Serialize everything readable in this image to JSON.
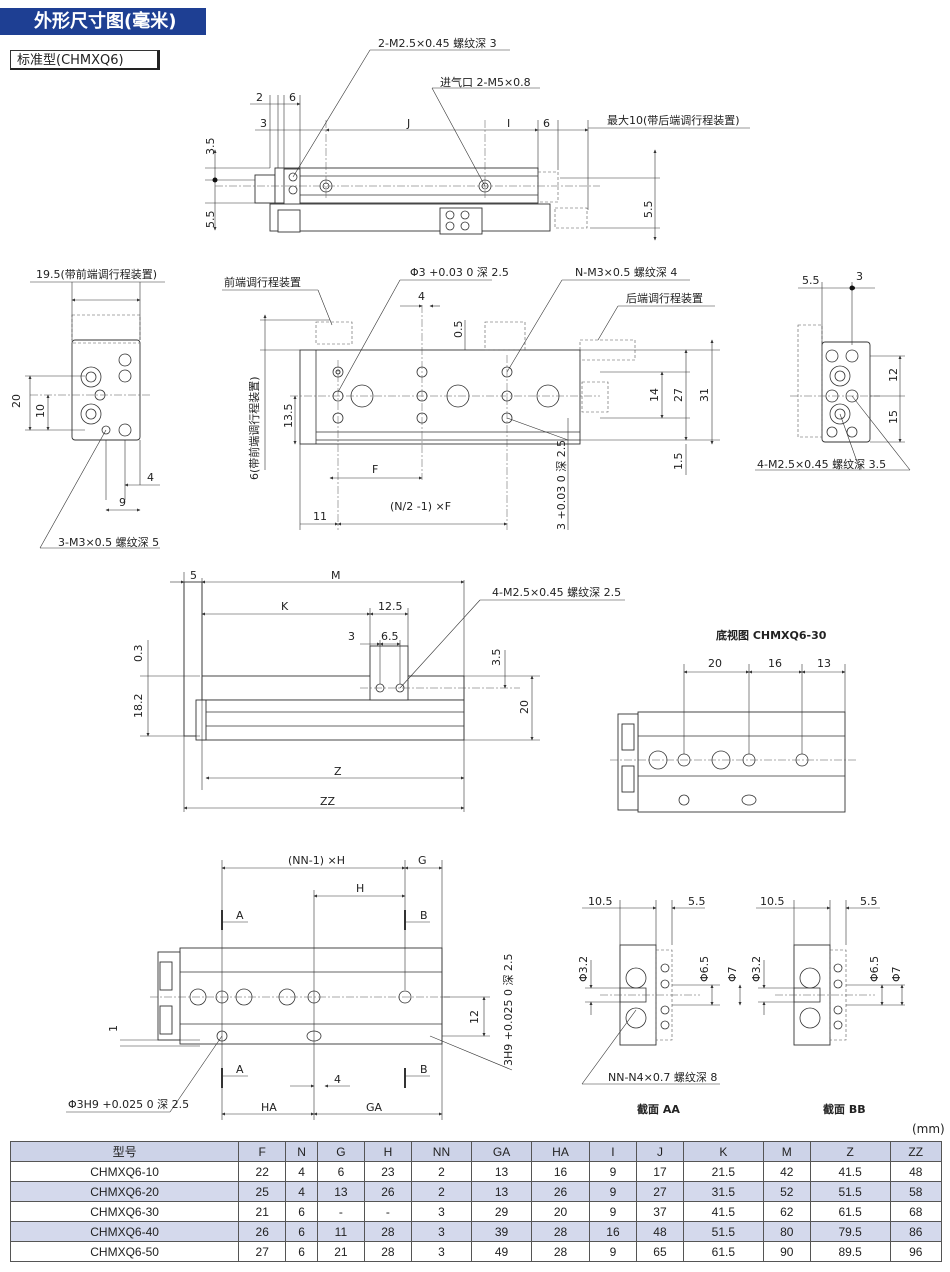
{
  "header": {
    "title": "外形尺寸图(毫米)",
    "model_tag": "标准型(CHMXQ6)"
  },
  "top_view": {
    "labels": {
      "thread_top": "2-M2.5×0.45 螺纹深 3",
      "air_inlet": "进气口 2-M5×0.8",
      "max_stroke": "最大10(带后端调行程装置)",
      "d2": "2",
      "d6a": "6",
      "d3": "3",
      "dJ": "J",
      "dI": "I",
      "d6b": "6",
      "d35": "3.5",
      "d55a": "5.5",
      "d55b": "5.5"
    }
  },
  "left_view": {
    "labels": {
      "front_adj": "19.5(带前端调行程装置)",
      "d20": "20",
      "d10": "10",
      "d4": "4",
      "d9": "9",
      "thread_side": "3-M3×0.5 螺纹深 5"
    }
  },
  "front_view": {
    "labels": {
      "front_device": "前端调行程装置",
      "pin_hole": "Φ3 +0.03 0 深 2.5",
      "n_thread": "N-M3×0.5 螺纹深 4",
      "rear_device": "后端调行程装置",
      "d4": "4",
      "d05": "0.5",
      "d135": "13.5",
      "d6_front": "6(带前端调行程装置)",
      "dF": "F",
      "d11": "11",
      "formula": "(N/2 -1) ×F",
      "d14": "14",
      "d27": "27",
      "d31": "31",
      "d15": "1.5",
      "d3hole": "3 +0.03 0 深 2.5"
    }
  },
  "right_view": {
    "labels": {
      "d55": "5.5",
      "d3": "3",
      "d12": "12",
      "d15": "15",
      "thread": "4-M2.5×0.45 螺纹深 3.5"
    }
  },
  "side_view": {
    "labels": {
      "d5": "5",
      "dM": "M",
      "dK": "K",
      "d125": "12.5",
      "d3": "3",
      "d65": "6.5",
      "thread": "4-M2.5×0.45 螺纹深 2.5",
      "d03": "0.3",
      "d182": "18.2",
      "d35": "3.5",
      "d20": "20",
      "dZ": "Z",
      "dZZ": "ZZ"
    }
  },
  "bottom_view": {
    "title": "底视图 CHMXQ6-30",
    "labels": {
      "d20": "20",
      "d16": "16",
      "d13": "13"
    }
  },
  "bottom_detail": {
    "labels": {
      "nnh": "(NN-1) ×H",
      "dG": "G",
      "dH": "H",
      "dA": "A",
      "dB": "B",
      "d1": "1",
      "d12": "12",
      "d4": "4",
      "dHA": "HA",
      "dGA": "GA",
      "hole_left": "Φ3H9 +0.025 0 深 2.5",
      "hole_right": "3H9 +0.025 0 深 2.5"
    }
  },
  "sections": {
    "aa": {
      "title": "截面 AA",
      "d105": "10.5",
      "d55": "5.5",
      "d32": "Φ3.2",
      "d65": "Φ6.5",
      "d7": "Φ7",
      "thread": "NN-N4×0.7 螺纹深 8"
    },
    "bb": {
      "title": "截面 BB",
      "d105": "10.5",
      "d55": "5.5",
      "d32": "Φ3.2",
      "d65": "Φ6.5",
      "d7": "Φ7"
    }
  },
  "table": {
    "unit": "(mm)",
    "headers": [
      "型号",
      "F",
      "N",
      "G",
      "H",
      "NN",
      "GA",
      "HA",
      "I",
      "J",
      "K",
      "M",
      "Z",
      "ZZ"
    ],
    "rows": [
      [
        "CHMXQ6-10",
        "22",
        "4",
        "6",
        "23",
        "2",
        "13",
        "16",
        "9",
        "17",
        "21.5",
        "42",
        "41.5",
        "48"
      ],
      [
        "CHMXQ6-20",
        "25",
        "4",
        "13",
        "26",
        "2",
        "13",
        "26",
        "9",
        "27",
        "31.5",
        "52",
        "51.5",
        "58"
      ],
      [
        "CHMXQ6-30",
        "21",
        "6",
        "-",
        "-",
        "3",
        "29",
        "20",
        "9",
        "37",
        "41.5",
        "62",
        "61.5",
        "68"
      ],
      [
        "CHMXQ6-40",
        "26",
        "6",
        "11",
        "28",
        "3",
        "39",
        "28",
        "16",
        "48",
        "51.5",
        "80",
        "79.5",
        "86"
      ],
      [
        "CHMXQ6-50",
        "27",
        "6",
        "21",
        "28",
        "3",
        "49",
        "28",
        "9",
        "65",
        "61.5",
        "90",
        "89.5",
        "96"
      ]
    ]
  }
}
